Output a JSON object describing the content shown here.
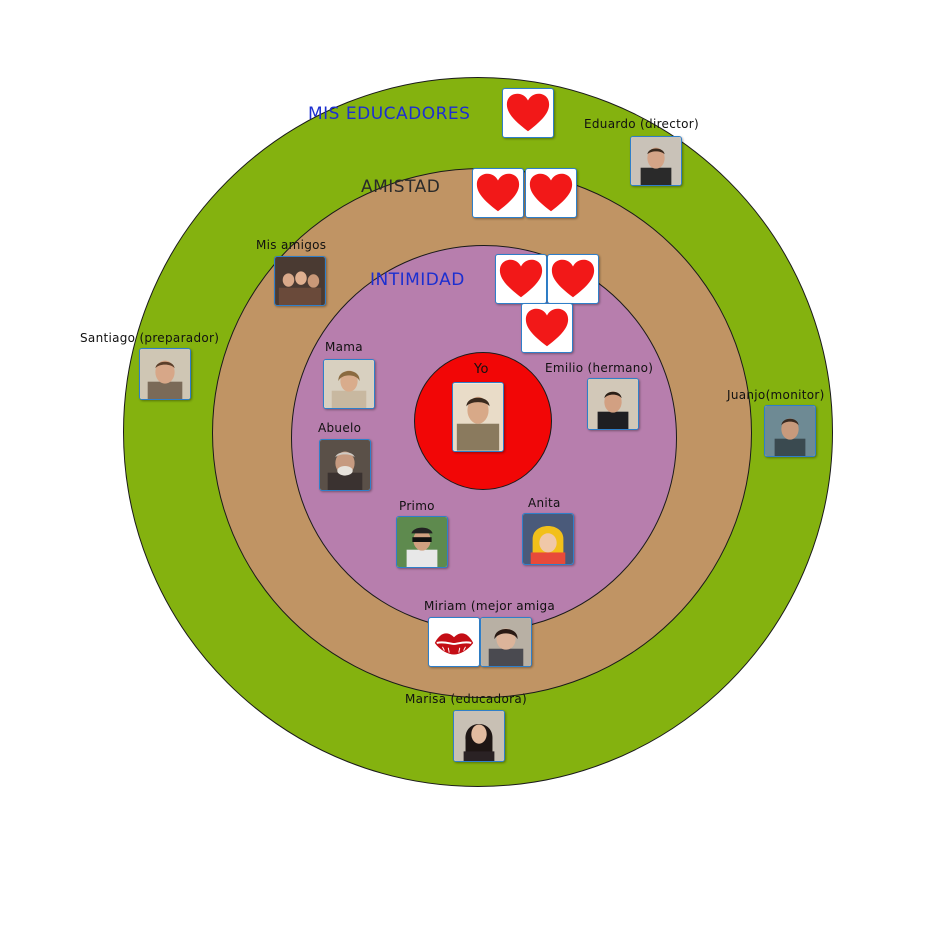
{
  "colors": {
    "outer_ring": "#84b20f",
    "amistad_ring": "#c09464",
    "intimidad_ring": "#b77ead",
    "yo_circle": "#f20606",
    "label_blue": "#1c2fd0",
    "heart": "#f21818",
    "photo_border": "#2f7fc9"
  },
  "rings": {
    "educadores_label": "MIS EDUCADORES",
    "amistad_label": "AMISTAD",
    "intimidad_label": "INTIMIDAD"
  },
  "people": {
    "yo": "Yo",
    "eduardo": "Eduardo (director)",
    "mis_amigos": "Mis amigos",
    "santiago": "Santiago (preparador)",
    "mama": "Mama",
    "emilio": "Emilio (hermano)",
    "juanjo": "Juanjo(monitor)",
    "abuelo": "Abuelo",
    "primo": "Primo",
    "anita": "Anita",
    "miriam": "Miriam (mejor amiga",
    "marisa": "Marisa (educadora)"
  },
  "icons": {
    "heart": "heart-icon",
    "kiss": "lips-icon",
    "photo": "person-photo-icon"
  }
}
